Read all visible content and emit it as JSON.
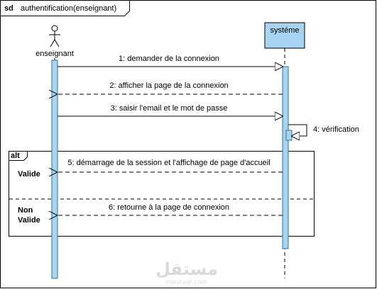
{
  "frame": {
    "keyword": "sd",
    "name": "authentification(enseignant)"
  },
  "lifelines": {
    "actor": {
      "label": "enseignant"
    },
    "system": {
      "label": "systéme"
    }
  },
  "messages": [
    {
      "label": "1: demander de la connexion",
      "type": "sync"
    },
    {
      "label": "2: afficher la page de la connexion",
      "type": "reply"
    },
    {
      "label": "3: saisir l'email et le mot de passe",
      "type": "sync"
    },
    {
      "label": "4: vérification",
      "type": "self"
    },
    {
      "label": "5: démarrage de la session et l'affichage de page d'accueil",
      "type": "reply"
    },
    {
      "label": "6: retourne à la page de connexion",
      "type": "reply"
    }
  ],
  "fragment": {
    "operator": "alt",
    "guards": [
      {
        "text": "Valide"
      },
      {
        "line1": "Non",
        "line2": "Valide"
      }
    ]
  },
  "watermark": {
    "arabic": "مستقل",
    "latin": "mostaql.com"
  },
  "colors": {
    "activation": "#a7d4f0",
    "activation_stroke": "#3b6f95",
    "lifeline_box": "#a7d4f0"
  }
}
